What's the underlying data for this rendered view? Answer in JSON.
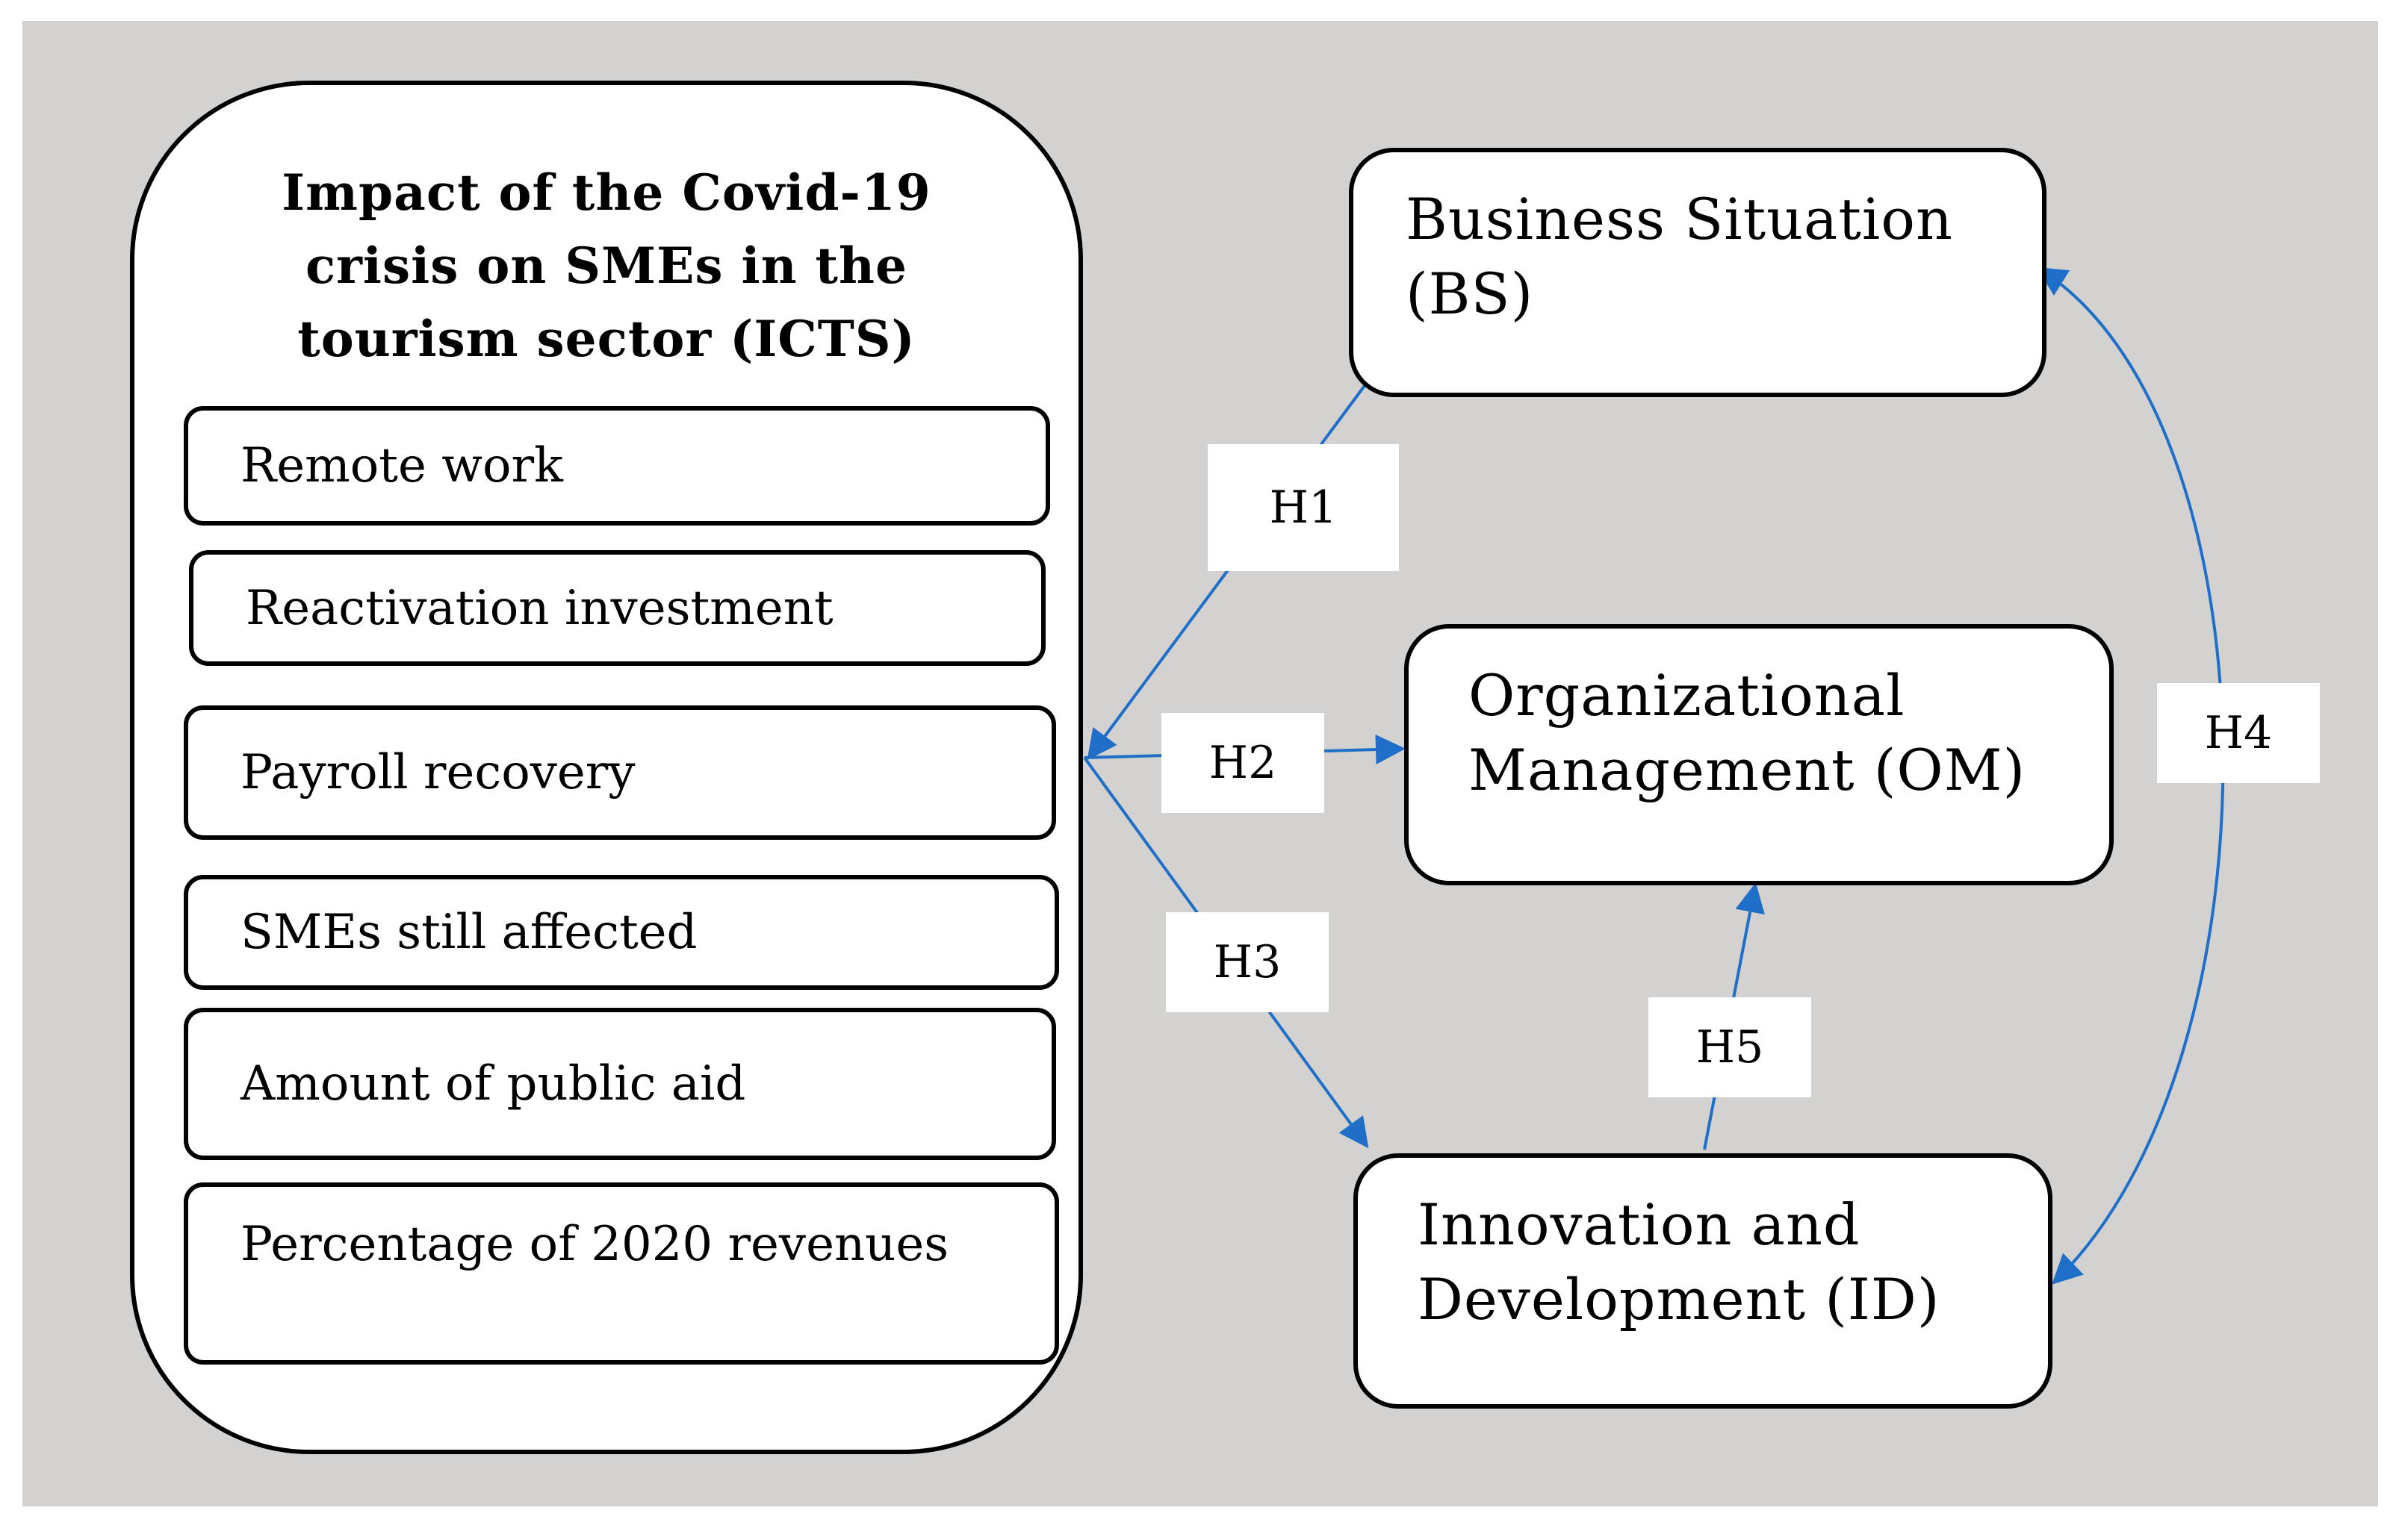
{
  "main": {
    "title": "Impact of the Covid-19\ncrisis on SMEs in the\ntourism sector (ICTS)",
    "items": [
      "Remote work",
      "Reactivation investment",
      "Payroll recovery",
      "SMEs still affected",
      "Amount of public aid",
      "Percentage of 2020 revenues"
    ]
  },
  "nodes": {
    "bs": "Business Situation\n(BS)",
    "om": "Organizational\nManagement (OM)",
    "id": "Innovation and\nDevelopment (ID)"
  },
  "hypotheses": [
    "H1",
    "H2",
    "H3",
    "H4",
    "H5"
  ],
  "colors": {
    "background": "#d3d2d0",
    "arrow": "#1f6fc9"
  }
}
